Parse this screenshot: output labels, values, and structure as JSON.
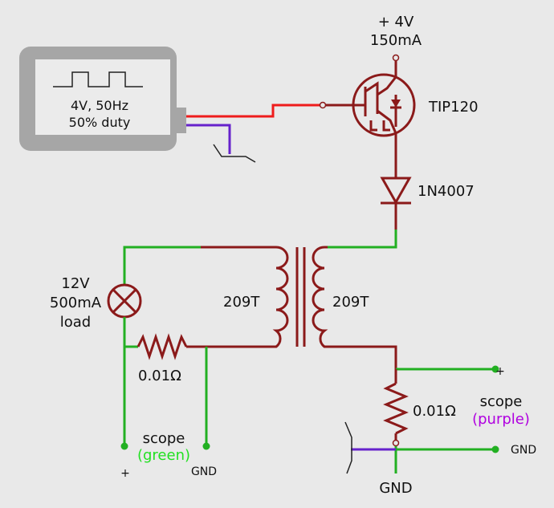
{
  "generator": {
    "line1": "4V, 50Hz",
    "line2": "50% duty"
  },
  "supply": {
    "voltage": "+ 4V",
    "current": "150mA"
  },
  "transistor": {
    "label": "TIP120"
  },
  "diode": {
    "label": "1N4007"
  },
  "load": {
    "line1": "12V",
    "line2": "500mA",
    "line3": "load"
  },
  "transformer": {
    "primary": "209T",
    "secondary": "209T"
  },
  "shunt_left": {
    "label": "0.01Ω"
  },
  "shunt_right": {
    "label": "0.01Ω"
  },
  "scope_green": {
    "word": "scope",
    "color_name": "(green)",
    "plus": "+",
    "gnd": "GND"
  },
  "scope_purple": {
    "word": "scope",
    "color_name": "(purple)",
    "plus": "+",
    "gnd": "GND"
  },
  "ground": {
    "label": "GND"
  },
  "colors": {
    "background": "#e9e9e9",
    "wire_dark": "#8b1a1a",
    "wire_green": "#22b022",
    "wire_red": "#ee1c1c",
    "wire_purple": "#6622cc",
    "scope_green_text": "#22e022",
    "scope_purple_text": "#b000e0"
  }
}
